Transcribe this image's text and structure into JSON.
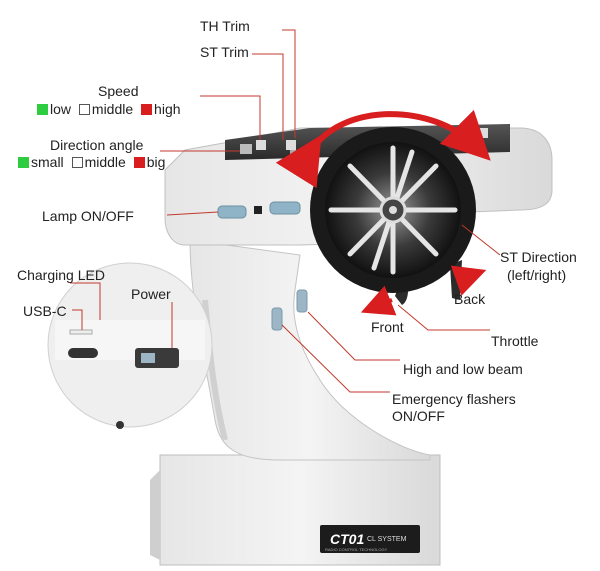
{
  "labels": {
    "th_trim": "TH Trim",
    "st_trim": "ST Trim",
    "speed": "Speed",
    "direction_angle": "Direction angle",
    "lamp": "Lamp ON/OFF",
    "charging_led": "Charging LED",
    "usb_c": "USB-C",
    "power": "Power",
    "st_direction_line1": "ST Direction",
    "st_direction_line2": "(left/right)",
    "back": "Back",
    "front": "Front",
    "throttle": "Throttle",
    "beam": "High and low beam",
    "flashers_line1": "Emergency flashers",
    "flashers_line2": "ON/OFF"
  },
  "speed_legend": {
    "low": "low",
    "middle": "middle",
    "high": "high"
  },
  "angle_legend": {
    "small": "small",
    "middle": "middle",
    "big": "big"
  },
  "badge": {
    "model": "CT01",
    "system": "CL SYSTEM",
    "tagline": "RADIO CONTROL TECHNOLOGY"
  },
  "colors": {
    "leader_line": "#c0392b",
    "arrow": "#d81e1e",
    "legend_green": "#2ecc40",
    "legend_red": "#d81e1e"
  }
}
